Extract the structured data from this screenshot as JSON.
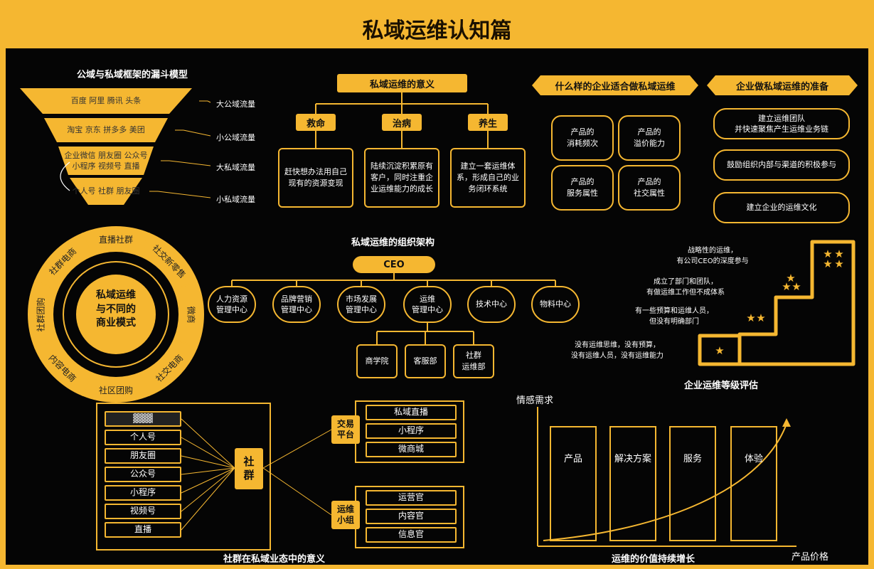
{
  "title": "私域运维认知篇",
  "funnel": {
    "title": "公域与私域框架的漏斗模型",
    "layers": [
      {
        "text": "百度 阿里 腾讯 头条",
        "label": "大公域流量"
      },
      {
        "text": "淘宝 京东 拼多多 美团",
        "label": "小公域流量"
      },
      {
        "text": "企业微信 朋友圈 公众号\n小程序 视频号 直播",
        "label": "大私域流量"
      },
      {
        "text": "个人号 社群 朋友圈",
        "label": "小私域流量"
      }
    ]
  },
  "meaning": {
    "title": "私域运维的意义",
    "items": [
      {
        "head": "救命",
        "body": "赶快想办法用自己现有的资源变现"
      },
      {
        "head": "治病",
        "body": "陆续沉淀积累原有客户，同时注重企业运维能力的成长"
      },
      {
        "head": "养生",
        "body": "建立一套运维体系，形成自己的业务闭环系统"
      }
    ]
  },
  "suitable": {
    "title": "什么样的企业适合做私域运维",
    "items": [
      "产品的\n消耗频次",
      "产品的\n溢价能力",
      "产品的\n服务属性",
      "产品的\n社交属性"
    ]
  },
  "prepare": {
    "title": "企业做私域运维的准备",
    "items": [
      "建立运维团队\n并快速聚焦产生运维业务链",
      "鼓励组织内部与渠道的积极参与",
      "建立企业的运维文化"
    ]
  },
  "ring": {
    "center": "私域运维\n与不同的\n商业模式",
    "segments": [
      "直播社群",
      "社交新零售",
      "微商",
      "社交电商",
      "社区团购",
      "内容电商",
      "社群团购",
      "社群电商"
    ]
  },
  "org": {
    "title": "私域运维的组织架构",
    "ceo": "CEO",
    "depts": [
      "人力资源\n管理中心",
      "品牌营销\n管理中心",
      "市场发展\n管理中心",
      "运维\n管理中心",
      "技术中心",
      "物料中心"
    ],
    "subs": [
      "商学院",
      "客服部",
      "社群\n运维部"
    ]
  },
  "levels": {
    "title": "企业运维等级评估",
    "items": [
      {
        "text": "战略性的运维，\n有公司CEO的深度参与",
        "stars": 4
      },
      {
        "text": "成立了部门和团队，\n有做运维工作但不成体系",
        "stars": 3
      },
      {
        "text": "有一些预算和运维人员，\n但没有明确部门",
        "stars": 2
      },
      {
        "text": "没有运维思维，没有预算，\n没有运维人员，没有运维能力",
        "stars": 1
      }
    ]
  },
  "community": {
    "title": "社群在私域业态中的意义",
    "sources": [
      "▓▓▓",
      "个人号",
      "朋友圈",
      "公众号",
      "小程序",
      "视频号",
      "直播"
    ],
    "hub": "社\n群",
    "groups": [
      {
        "label": "交易\n平台",
        "items": [
          "私域直播",
          "小程序",
          "微商城"
        ]
      },
      {
        "label": "运维\n小组",
        "items": [
          "运营官",
          "内容官",
          "信息官"
        ]
      }
    ]
  },
  "growth": {
    "title": "运维的价值持续增长",
    "ylabel": "情感需求",
    "xlabel": "产品价格",
    "stages": [
      "产品",
      "解决方案",
      "服务",
      "体验"
    ]
  },
  "colors": {
    "accent": "#f5b731",
    "background": "#050505",
    "text": "#ffffff"
  }
}
